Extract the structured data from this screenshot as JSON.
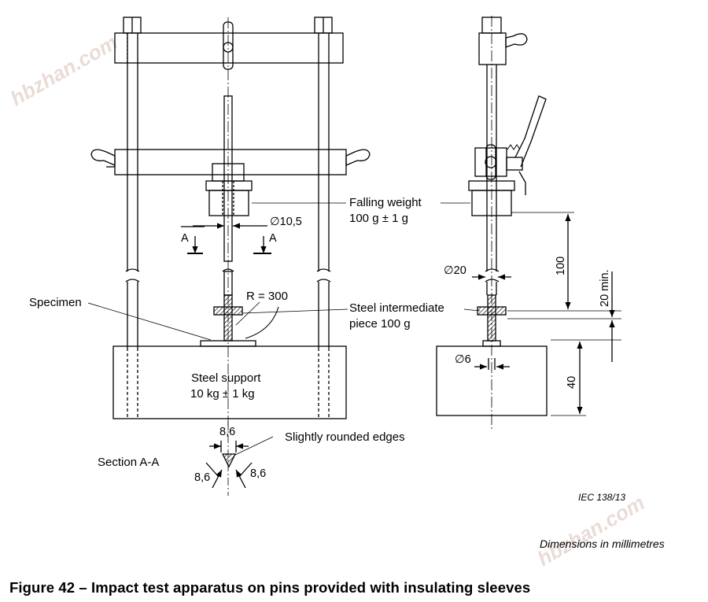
{
  "watermark": "hbzhan.com",
  "labels": {
    "falling_weight_1": "Falling weight",
    "falling_weight_2": "100 g ± 1 g",
    "dia_10_5": "∅10,5",
    "section_mark": "A",
    "specimen": "Specimen",
    "radius": "R = 300",
    "steel_intermediate_1": "Steel intermediate",
    "steel_intermediate_2": "piece 100 g",
    "steel_support_1": "Steel support",
    "steel_support_2": "10 kg ± 1 kg",
    "section_title": "Section A-A",
    "slightly_rounded": "Slightly rounded edges",
    "dim_8_6": "8,6",
    "dia_20": "∅20",
    "dim_100": "100",
    "dim_20_min": "20 min.",
    "dia_6": "∅6",
    "dim_40": "40",
    "iec_ref": "IEC   138/13"
  },
  "dimensions_note": "Dimensions in millimetres",
  "caption": "Figure 42 – Impact test apparatus on pins provided with insulating sleeves"
}
